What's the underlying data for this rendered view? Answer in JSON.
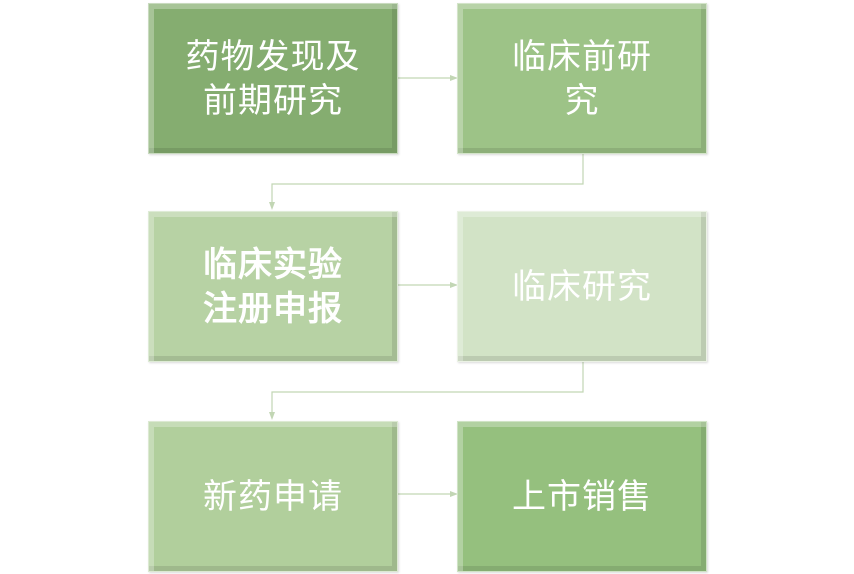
{
  "steps": [
    {
      "label": "药物发现及\n前期研究",
      "color": "#85ad70",
      "bold": false
    },
    {
      "label": "临床前研\n究",
      "color": "#9dc387",
      "bold": false
    },
    {
      "label": "临床实验\n注册申报",
      "color": "#b7d2a4",
      "bold": true
    },
    {
      "label": "临床研究",
      "color": "#d2e3c6",
      "bold": false
    },
    {
      "label": "新药申请",
      "color": "#b1cf9c",
      "bold": false
    },
    {
      "label": "上市销售",
      "color": "#95c07e",
      "bold": false
    }
  ],
  "connector_color": "#c2d6b4"
}
